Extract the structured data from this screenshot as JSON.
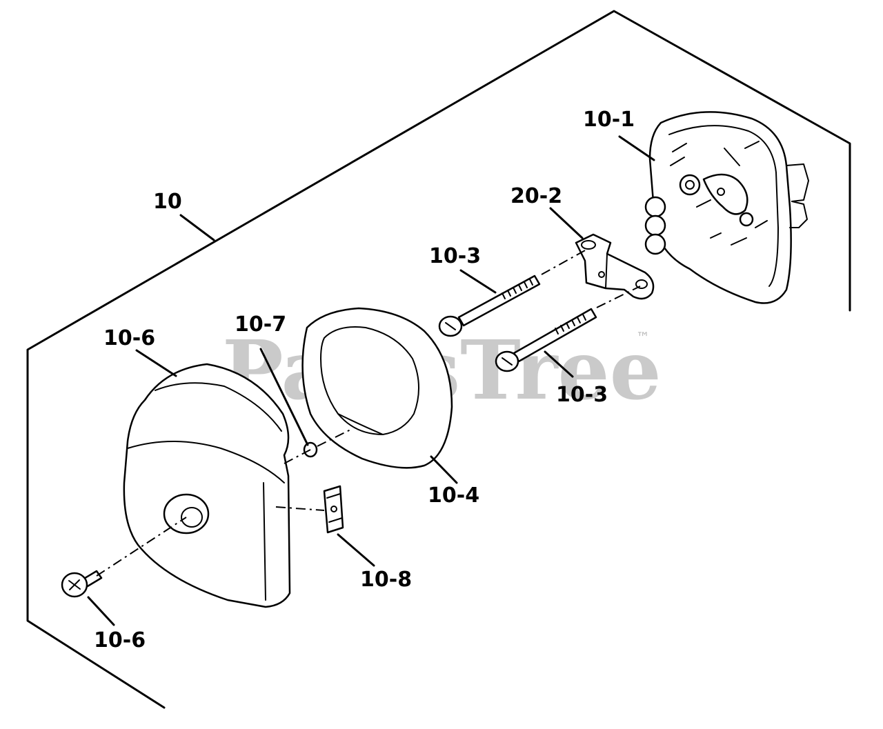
{
  "watermark": {
    "text": "PartsTree",
    "trademark": "™",
    "color": "#b9b9b9"
  },
  "callouts": [
    {
      "id": "10",
      "text": "10"
    },
    {
      "id": "10-1",
      "text": "10-1"
    },
    {
      "id": "20-2",
      "text": "20-2"
    },
    {
      "id": "10-3a",
      "text": "10-3"
    },
    {
      "id": "10-3b",
      "text": "10-3"
    },
    {
      "id": "10-7",
      "text": "10-7"
    },
    {
      "id": "10-6a",
      "text": "10-6"
    },
    {
      "id": "10-4",
      "text": "10-4"
    },
    {
      "id": "10-8",
      "text": "10-8"
    },
    {
      "id": "10-6b",
      "text": "10-6"
    }
  ]
}
